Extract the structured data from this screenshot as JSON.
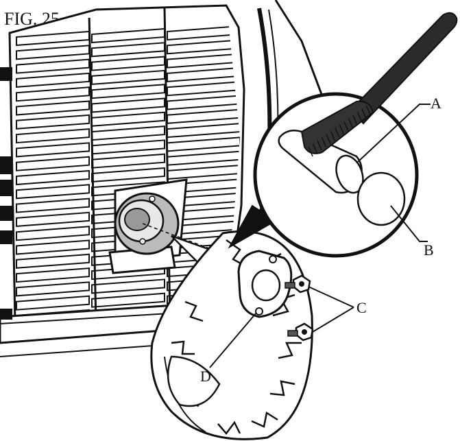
{
  "figure": {
    "title": "FIG. 25"
  },
  "callouts": {
    "a": "A",
    "b": "B",
    "c": "C",
    "d": "D"
  },
  "colors": {
    "ink": "#111111",
    "paper": "#ffffff",
    "shade": "#cfcfcf",
    "dark": "#3a3a3a"
  }
}
